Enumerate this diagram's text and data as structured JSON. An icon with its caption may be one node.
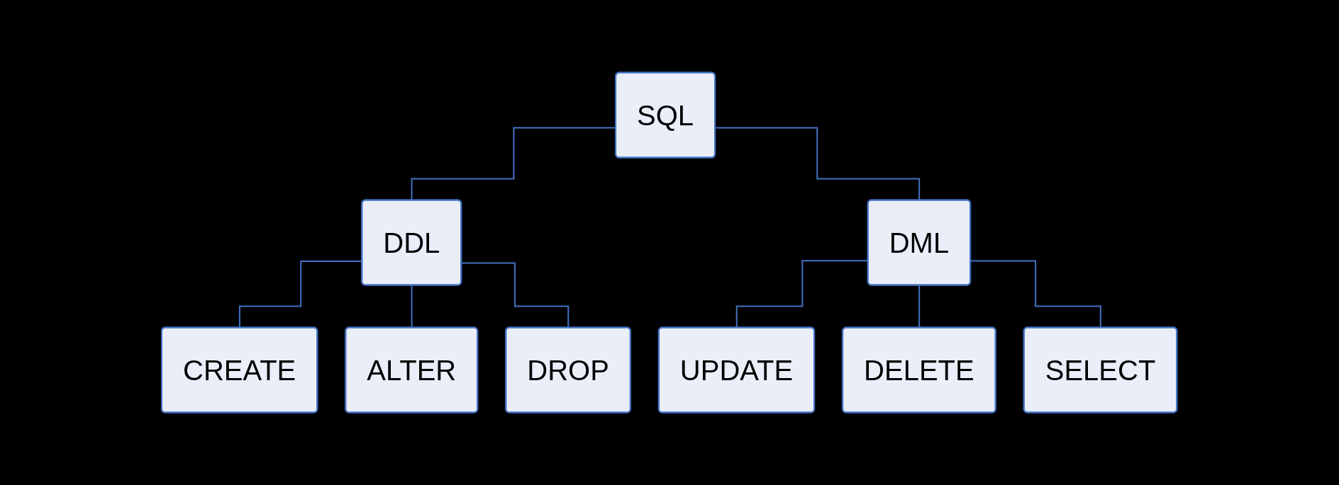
{
  "diagram": {
    "nodes": [
      {
        "text": [
          "SQL"
        ]
      },
      {
        "text": [
          "DDL"
        ]
      },
      {
        "text": [
          "DML"
        ]
      },
      {
        "text": [
          "CREATE"
        ]
      },
      {
        "text": [
          "ALTER"
        ]
      },
      {
        "text": [
          "DROP"
        ]
      },
      {
        "text": [
          "UPDATE"
        ]
      },
      {
        "text": [
          "DELETE"
        ]
      },
      {
        "text": [
          "SELECT"
        ]
      }
    ],
    "edges": [
      {
        "from": 0,
        "to": 1,
        "arrow": "none"
      },
      {
        "from": 0,
        "to": 2,
        "arrow": "none"
      },
      {
        "from": 1,
        "to": 3,
        "arrow": "none"
      },
      {
        "from": 1,
        "to": 4,
        "arrow": "none"
      },
      {
        "from": 1,
        "to": 5,
        "arrow": "none"
      },
      {
        "from": 2,
        "to": 6,
        "arrow": "none"
      },
      {
        "from": 2,
        "to": 7,
        "arrow": "none"
      },
      {
        "from": 2,
        "to": 8,
        "arrow": "none"
      }
    ]
  }
}
